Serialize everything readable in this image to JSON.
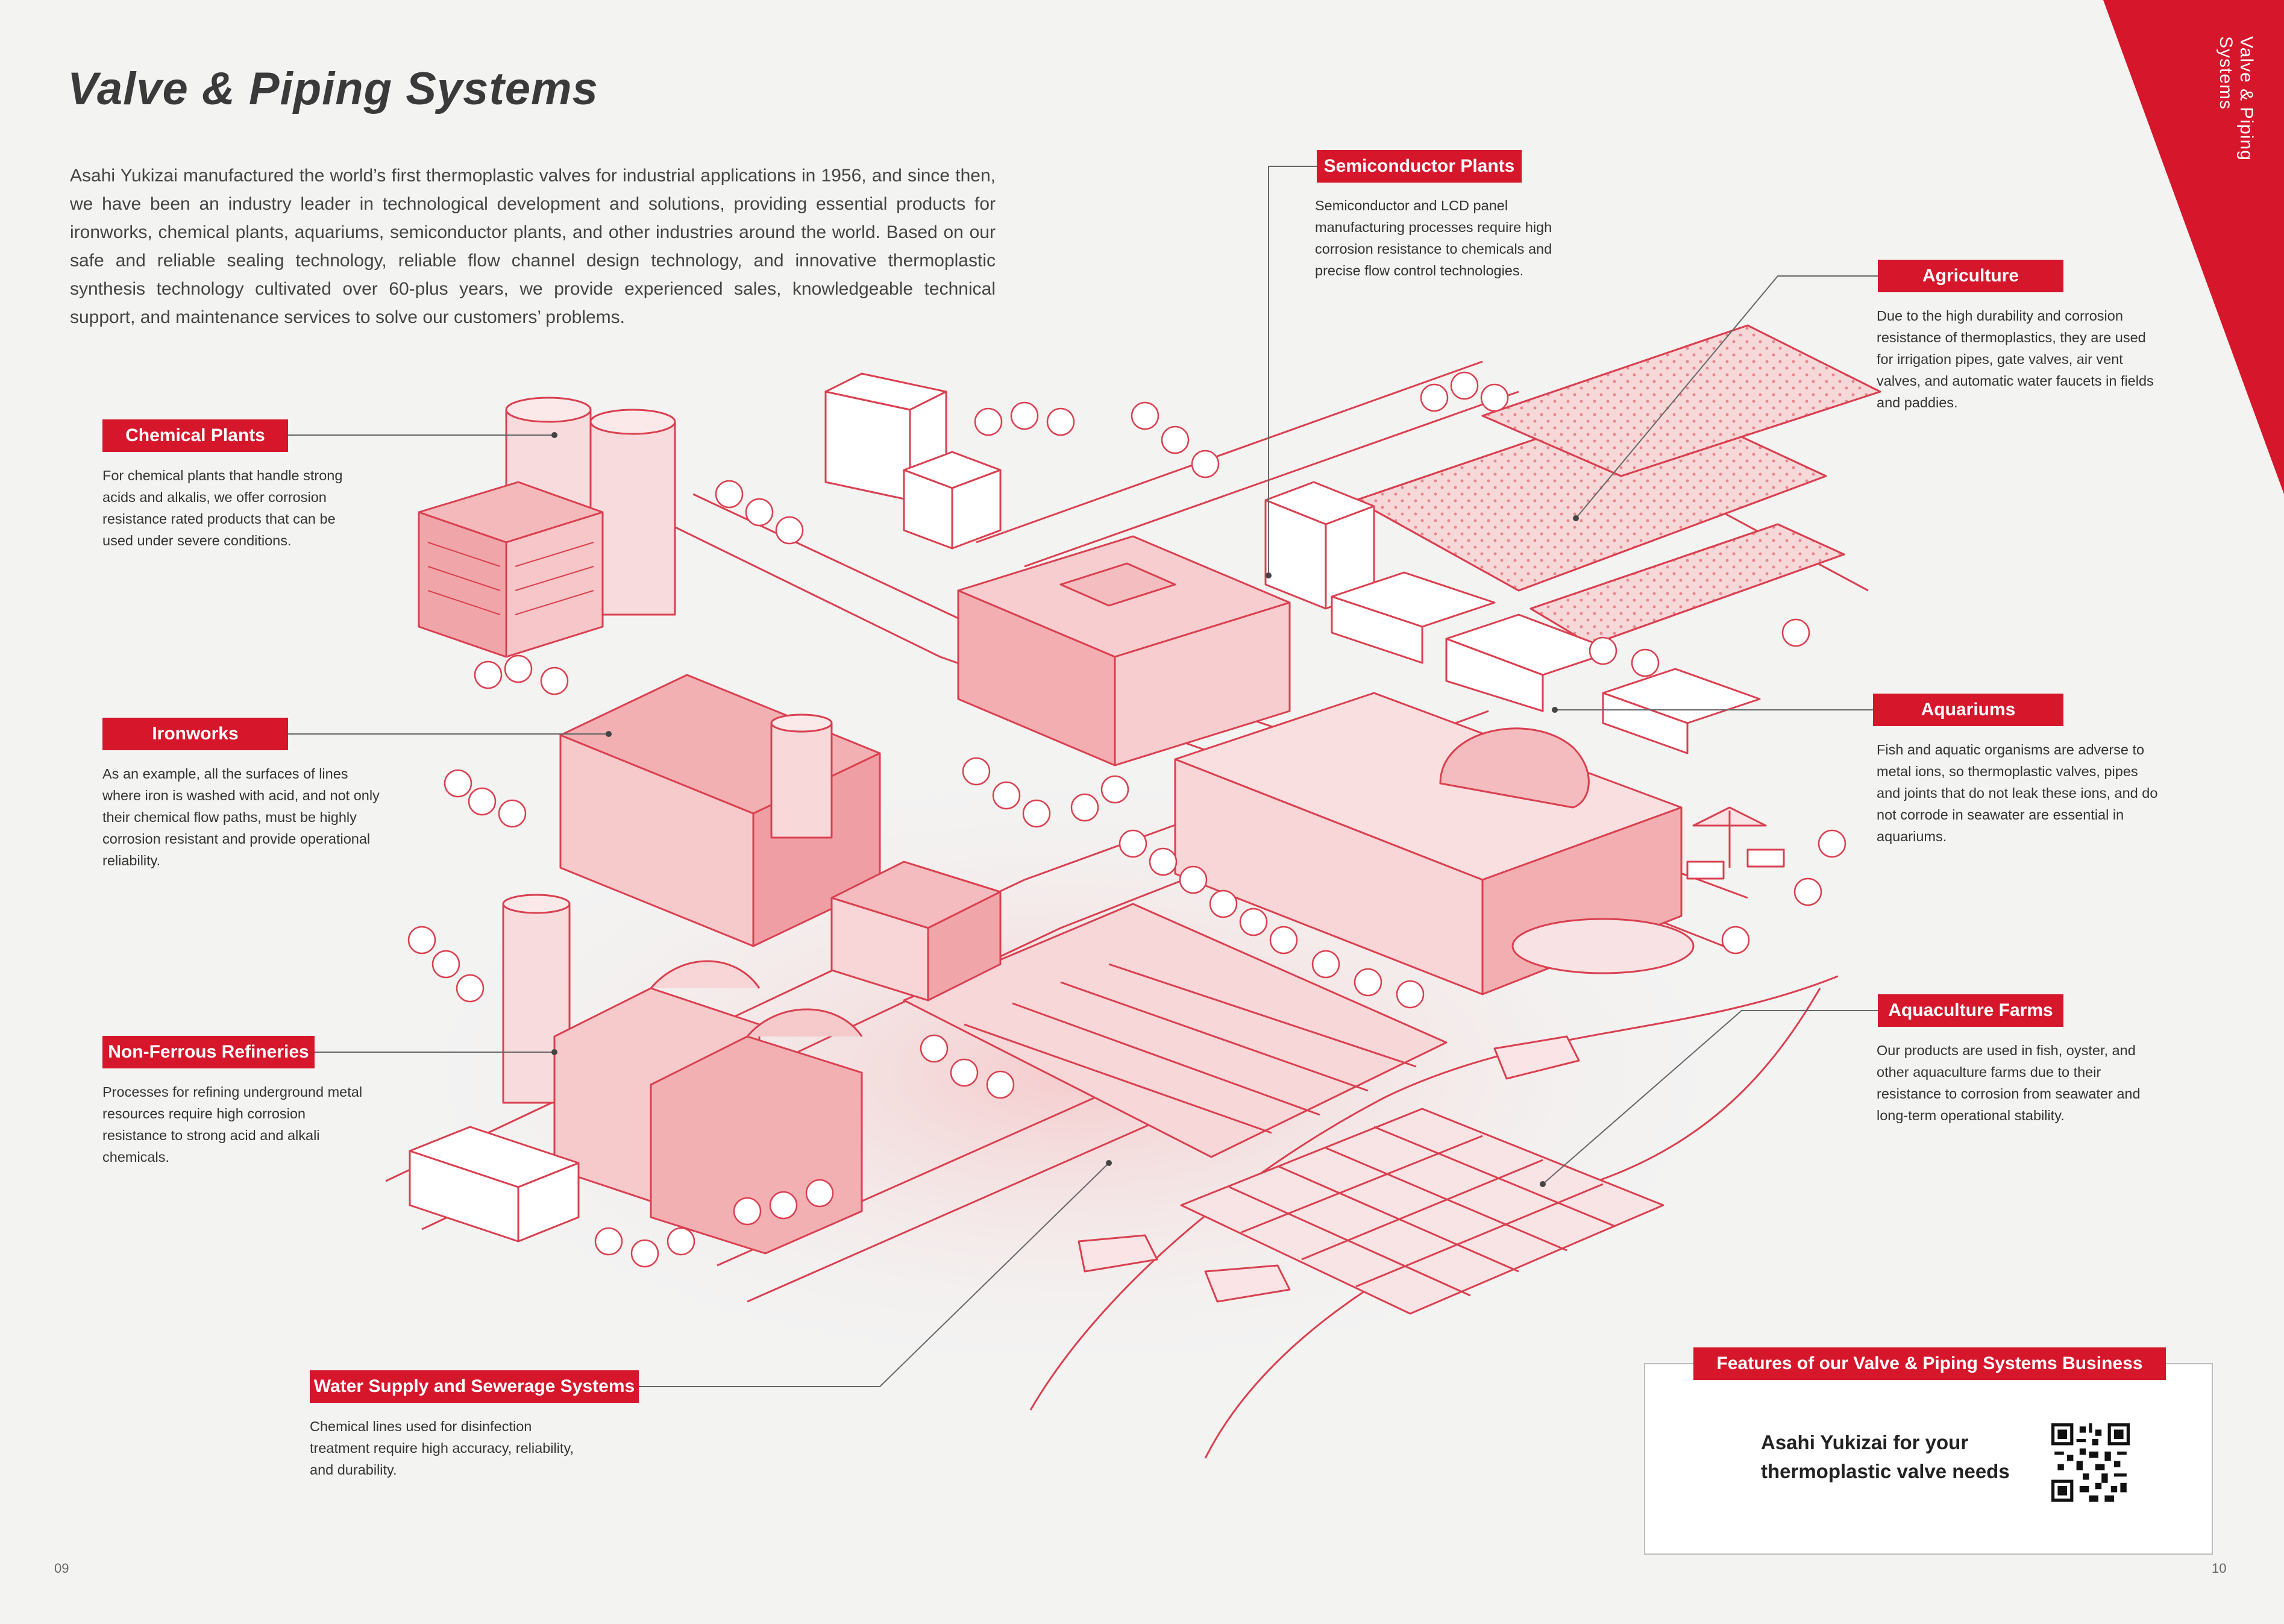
{
  "page_title": "Valve & Piping Systems",
  "side_tab": "Valve & Piping Systems",
  "intro": "Asahi Yukizai manufactured the world’s first thermoplastic valves for industrial applications in 1956, and since then, we have been an industry leader in technological development and solutions, providing essential products for ironworks, chemical plants, aquariums, semiconductor plants, and other industries around the world. Based on our safe and reliable sealing technology, reliable flow channel design technology, and innovative thermoplastic synthesis technology cultivated over 60-plus years, we provide experienced sales, knowledgeable technical support, and maintenance services to solve our customers’ problems.",
  "callouts": {
    "chemical": {
      "title": "Chemical Plants",
      "text": "For chemical plants that handle strong acids and alkalis, we offer corrosion resistance rated products that can be used under severe conditions."
    },
    "ironworks": {
      "title": "Ironworks",
      "text": "As an example, all the surfaces of lines where iron is washed with acid, and not only their chemical flow paths, must be highly corrosion resistant and provide operational reliability."
    },
    "refineries": {
      "title": "Non-Ferrous Refineries",
      "text": "Processes for refining underground metal resources require high corrosion resistance to strong acid and alkali chemicals."
    },
    "water": {
      "title": "Water Supply and Sewerage Systems",
      "text": "Chemical lines used for disinfection treatment require high accuracy, reliability, and durability."
    },
    "semiconductor": {
      "title": "Semiconductor Plants",
      "text": "Semiconductor and LCD panel manufacturing processes require high corrosion resistance to chemicals and precise flow control technologies."
    },
    "agriculture": {
      "title": "Agriculture",
      "text": "Due to the high durability and corrosion resistance of thermoplastics, they are used for irrigation pipes, gate valves, air vent valves, and automatic water faucets in fields and paddies."
    },
    "aquariums": {
      "title": "Aquariums",
      "text": "Fish and aquatic organisms are adverse to metal ions, so thermoplastic valves, pipes and joints that do not leak these ions, and do not corrode in seawater are essential in aquariums."
    },
    "aquaculture": {
      "title": "Aquaculture Farms",
      "text": "Our products are used in fish, oyster, and other aquaculture farms due to their resistance to corrosion from seawater and long-term operational stability."
    }
  },
  "features": {
    "title": "Features of our Valve & Piping Systems Business",
    "text": "Asahi Yukizai for your thermoplastic valve needs"
  },
  "page_numbers": {
    "left": "09",
    "right": "10"
  },
  "colors": {
    "accent": "#d6162b",
    "illustration_line": "#d94050",
    "illustration_fill": "#f2b7b9"
  }
}
